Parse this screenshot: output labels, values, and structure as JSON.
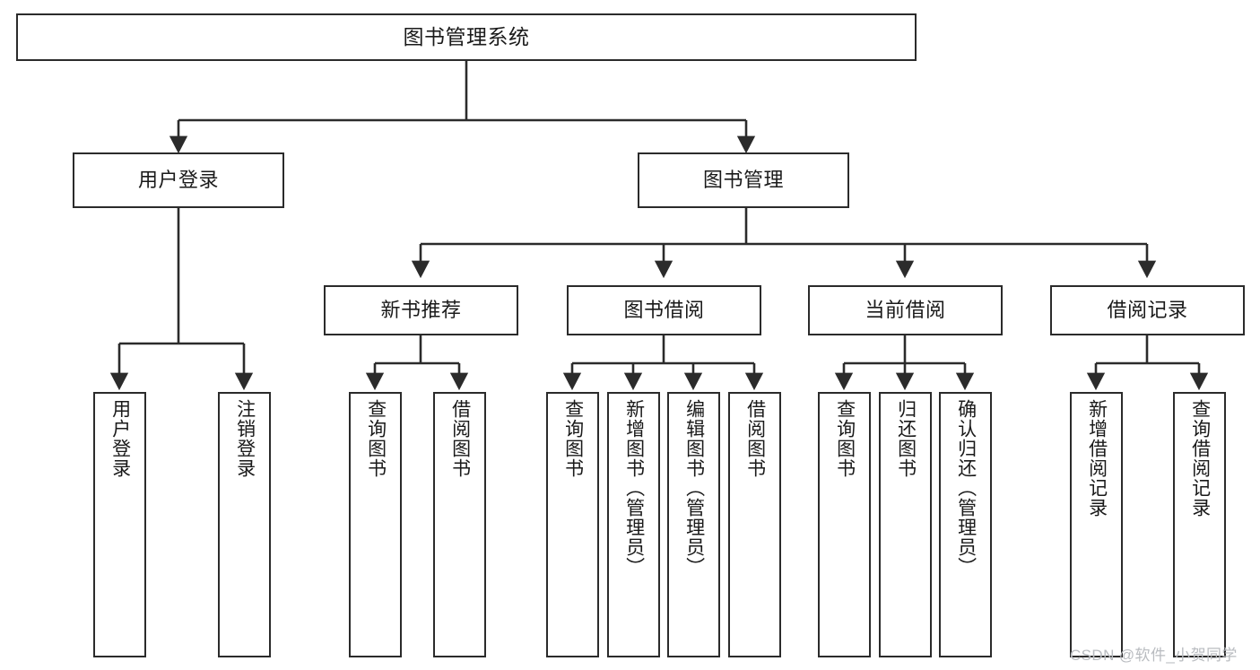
{
  "diagram": {
    "title": "图书管理系统",
    "type": "tree-hierarchy-diagram",
    "colors": {
      "border": "#2b2b2b",
      "background": "#ffffff",
      "text": "#1a1a1a",
      "connector": "#2b2b2b",
      "watermark": "#b9bcc0"
    },
    "watermark": "CSDN @软件_小贺同学",
    "nodes": {
      "root": {
        "label": "图书管理系统"
      },
      "level2": [
        {
          "label": "用户登录"
        },
        {
          "label": "图书管理"
        }
      ],
      "level3": [
        {
          "label": "新书推荐"
        },
        {
          "label": "图书借阅"
        },
        {
          "label": "当前借阅"
        },
        {
          "label": "借阅记录"
        }
      ],
      "leaves_user_login": [
        {
          "label": "用户登录"
        },
        {
          "label": "注销登录"
        }
      ],
      "leaves_new_book": [
        {
          "label": "查询图书"
        },
        {
          "label": "借阅图书"
        }
      ],
      "leaves_borrow": [
        {
          "label": "查询图书"
        },
        {
          "label": "新增图书（管理员）"
        },
        {
          "label": "编辑图书（管理员）"
        },
        {
          "label": "借阅图书"
        }
      ],
      "leaves_current": [
        {
          "label": "查询图书"
        },
        {
          "label": "归还图书"
        },
        {
          "label": "确认归还（管理员）"
        }
      ],
      "leaves_records": [
        {
          "label": "新增借阅记录"
        },
        {
          "label": "查询借阅记录"
        }
      ]
    }
  }
}
